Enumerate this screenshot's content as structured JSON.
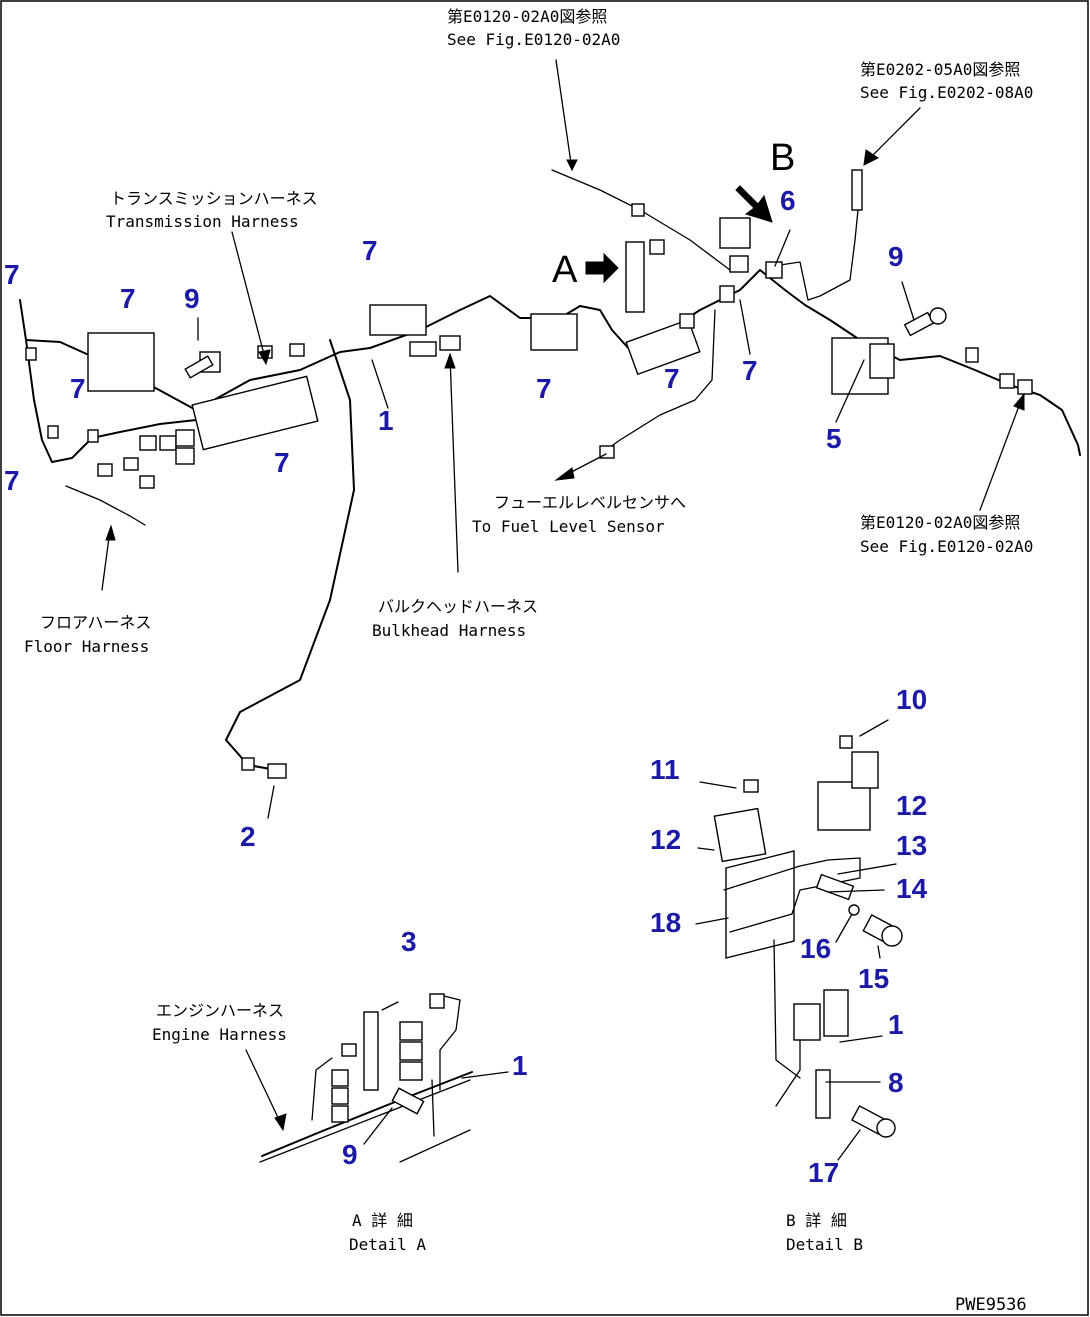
{
  "annotations": {
    "see_top_jp": "第E0120-02A0図参照",
    "see_top_en": "See Fig.E0120-02A0",
    "see_right_jp": "第E0202-05A0図参照",
    "see_right_en": "See Fig.E0202-08A0",
    "see_bottom_jp": "第E0120-02A0図参照",
    "see_bottom_en": "See Fig.E0120-02A0",
    "transmission_jp": "トランスミッションハーネス",
    "transmission_en": "Transmission Harness",
    "fuel_jp": "フューエルレベルセンサへ",
    "fuel_en": "To Fuel Level Sensor",
    "bulkhead_jp": "バルクヘッドハーネス",
    "bulkhead_en": "Bulkhead Harness",
    "floor_jp": "フロアハーネス",
    "floor_en": "Floor Harness",
    "engine_jp": "エンジンハーネス",
    "engine_en": "Engine Harness",
    "detail_a_jp": "A 詳 細",
    "detail_a_en": "Detail A",
    "detail_b_jp": "B 詳 細",
    "detail_b_en": "Detail B",
    "view_a": "A",
    "view_b": "B",
    "doc_id": "PWE9536"
  },
  "callouts": {
    "c1_main": "1",
    "c2": "2",
    "c5": "5",
    "c6": "6",
    "c7_a": "7",
    "c7_b": "7",
    "c7_c": "7",
    "c7_d": "7",
    "c7_e": "7",
    "c7_f": "7",
    "c7_g": "7",
    "c7_h": "7",
    "c7_i": "7",
    "c9_left": "9",
    "c9_right": "9",
    "c3": "3",
    "c1_detail_a": "1",
    "c9_detail_a": "9",
    "c10": "10",
    "c11": "11",
    "c12_left": "12",
    "c12_right": "12",
    "c13": "13",
    "c14": "14",
    "c15": "15",
    "c16": "16",
    "c17": "17",
    "c18": "18",
    "c1_detail_b": "1",
    "c8": "8"
  }
}
